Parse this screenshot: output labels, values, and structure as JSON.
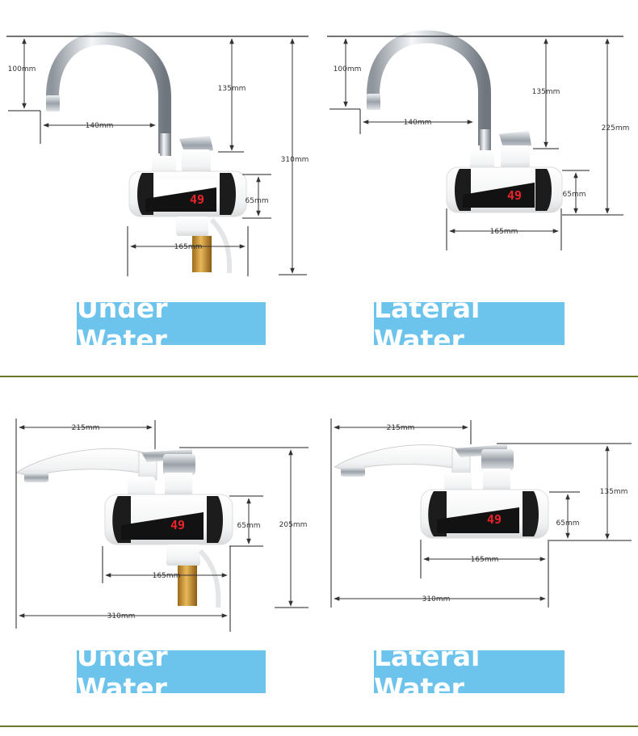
{
  "colors": {
    "label_bg": "#6cc4ec",
    "label_text": "#ffffff",
    "divider": "#6b7a2a",
    "display_digits": "#e8232a",
    "dimension_line": "#333333"
  },
  "panels": [
    {
      "label": "Under Water",
      "dims": {
        "spout_height": "100mm",
        "spout_reach": "140mm",
        "handle_drop": "135mm",
        "body_height": "65mm",
        "body_width": "165mm",
        "total_height": "310mm"
      },
      "display": "49"
    },
    {
      "label": "Lateral Water",
      "dims": {
        "spout_height": "100mm",
        "spout_reach": "140mm",
        "handle_drop": "135mm",
        "total_height": "225mm",
        "body_height": "65mm",
        "body_width": "165mm"
      },
      "display": "49"
    },
    {
      "label": "Under Water",
      "dims": {
        "spout_length": "215mm",
        "body_height": "65mm",
        "total_height": "205mm",
        "body_width": "165mm",
        "total_width": "310mm"
      },
      "display": "49"
    },
    {
      "label": "Lateral Water",
      "dims": {
        "spout_length": "215mm",
        "total_height": "135mm",
        "body_height": "65mm",
        "body_width": "165mm",
        "total_width": "310mm"
      },
      "display": "49"
    }
  ]
}
